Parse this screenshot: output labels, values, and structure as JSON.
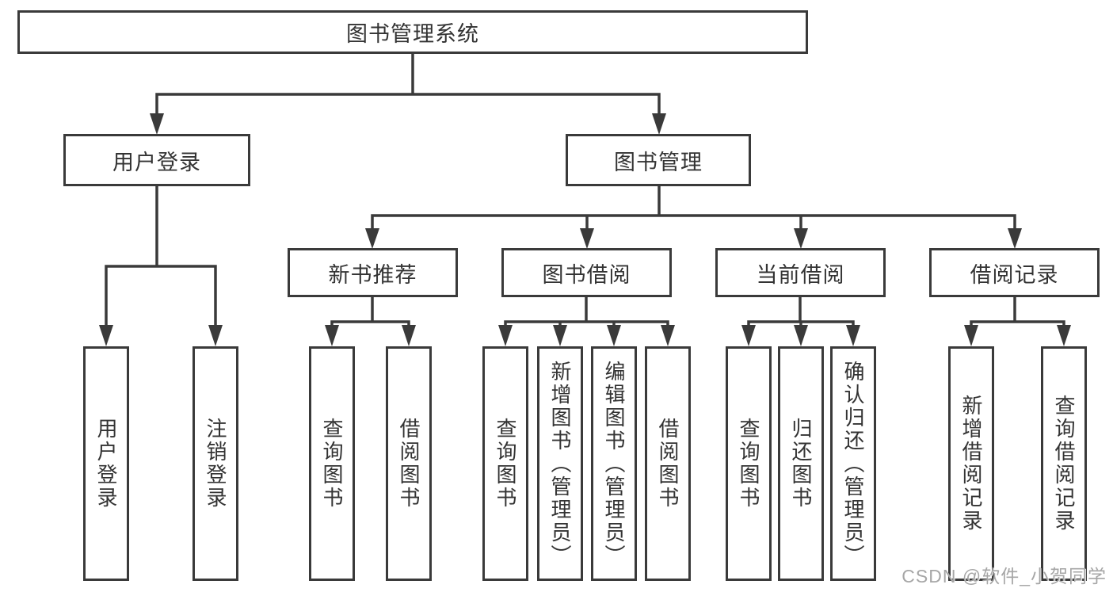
{
  "diagram": {
    "root": {
      "label": "图书管理系统"
    },
    "level2": [
      {
        "label": "用户登录"
      },
      {
        "label": "图书管理"
      }
    ],
    "level3": [
      {
        "label": "新书推荐"
      },
      {
        "label": "图书借阅"
      },
      {
        "label": "当前借阅"
      },
      {
        "label": "借阅记录"
      }
    ],
    "leaves": {
      "user_login": [
        "用户登录",
        "注销登录"
      ],
      "new_book_recommend": [
        "查询图书",
        "借阅图书"
      ],
      "book_borrowing": [
        "查询图书",
        "新增图书（管理员）",
        "编辑图书（管理员）",
        "借阅图书"
      ],
      "current_borrowing": [
        "查询图书",
        "归还图书",
        "确认归还（管理员）"
      ],
      "borrowing_records": [
        "新增借阅记录",
        "查询借阅记录"
      ]
    }
  },
  "watermark": "CSDN @软件_小贺同学",
  "colors": {
    "line": "#3a3a3a",
    "text": "#333333",
    "background": "#ffffff",
    "watermark": "#a6a6a6"
  }
}
